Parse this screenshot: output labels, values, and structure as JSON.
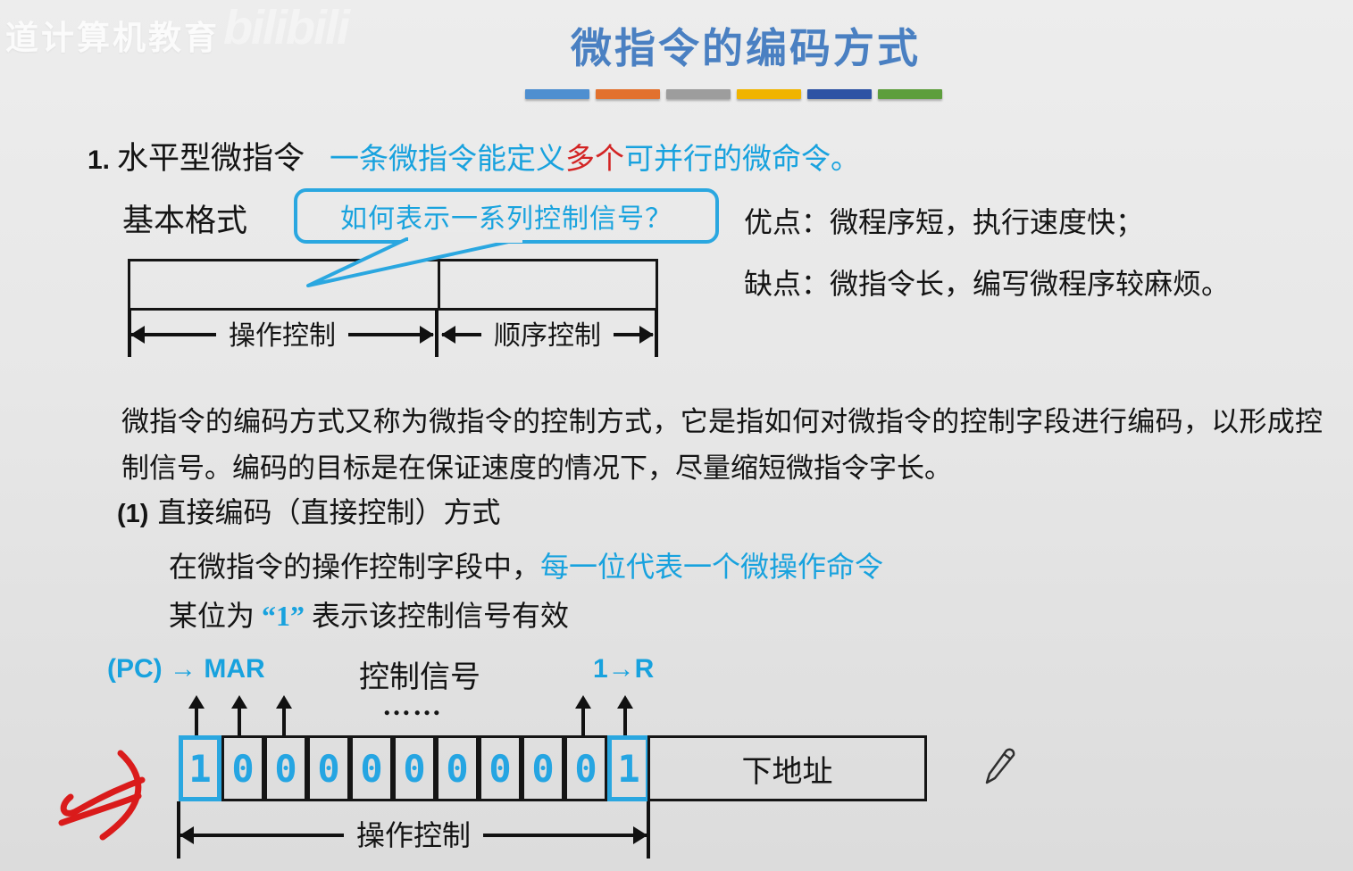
{
  "watermark": {
    "channel": "道计算机教育",
    "platform": "bilibili"
  },
  "title": "微指令的编码方式",
  "divider_colors": [
    "#4e8fd0",
    "#e2712e",
    "#9d9d9d",
    "#f0b400",
    "#2e53a4",
    "#5d9e3c"
  ],
  "section1": {
    "number": "1.",
    "heading": "水平型微指令",
    "note_blue_1": "一条微指令能定义",
    "note_red": "多个",
    "note_blue_2": "可并行的微命令。"
  },
  "basic_format": {
    "label": "基本格式",
    "bubble": "如何表示一系列控制信号？",
    "field_left": "操作控制",
    "field_right": "顺序控制"
  },
  "pros_cons": {
    "pros": "优点：微程序短，执行速度快；",
    "cons": "缺点：微指令长，编写微程序较麻烦。"
  },
  "paragraph": "微指令的编码方式又称为微指令的控制方式，它是指如何对微指令的控制字段进行编码，以形成控制信号。编码的目标是在保证速度的情况下，尽量缩短微指令字长。",
  "direct_encoding": {
    "number": "(1)",
    "heading": "直接编码（直接控制）方式",
    "line1_black": "在微指令的操作控制字段中，",
    "line1_blue": "每一位代表一个微操作命令",
    "line2_black1": "某位为",
    "line2_blue": "“1”",
    "line2_black2": "表示该控制信号有效"
  },
  "diagram": {
    "label_pc_mar": "(PC) → MAR",
    "label_control": "控制信号",
    "label_1r": "1→R",
    "dots": "……",
    "bits": [
      "1",
      "0",
      "0",
      "0",
      "0",
      "0",
      "0",
      "0",
      "0",
      "0",
      "1"
    ],
    "next_address": "下地址",
    "measure_label": "操作控制"
  },
  "colors": {
    "title_blue": "#4a80c2",
    "accent_blue": "#18a2de",
    "accent_red": "#d32424",
    "bit_highlight": "#2aa7e0",
    "annotation_red": "#da1b1b"
  }
}
